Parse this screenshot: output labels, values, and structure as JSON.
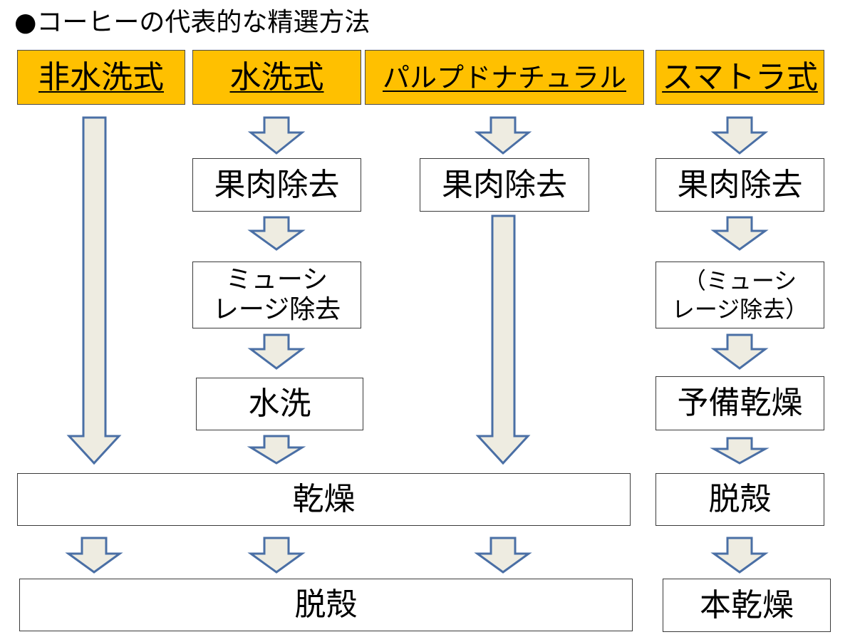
{
  "title": "●コーヒーの代表的な精選方法",
  "colors": {
    "header_fill": "#FFC000",
    "arrow_fill": "#EEECE1",
    "arrow_stroke": "#4A6FA5"
  },
  "methods": [
    {
      "label": "非水洗式",
      "steps": []
    },
    {
      "label": "水洗式",
      "steps": [
        "果肉除去",
        "ミューシ\nレージ除去",
        "水洗"
      ]
    },
    {
      "label": "パルプドナチュラル",
      "steps": [
        "果肉除去"
      ]
    },
    {
      "label": "スマトラ式",
      "steps": [
        "果肉除去",
        "（ミューシ\nレージ除去）",
        "予備乾燥",
        "脱殻",
        "本乾燥"
      ]
    }
  ],
  "shared_steps": {
    "drying": "乾燥",
    "hulling": "脱殻"
  }
}
